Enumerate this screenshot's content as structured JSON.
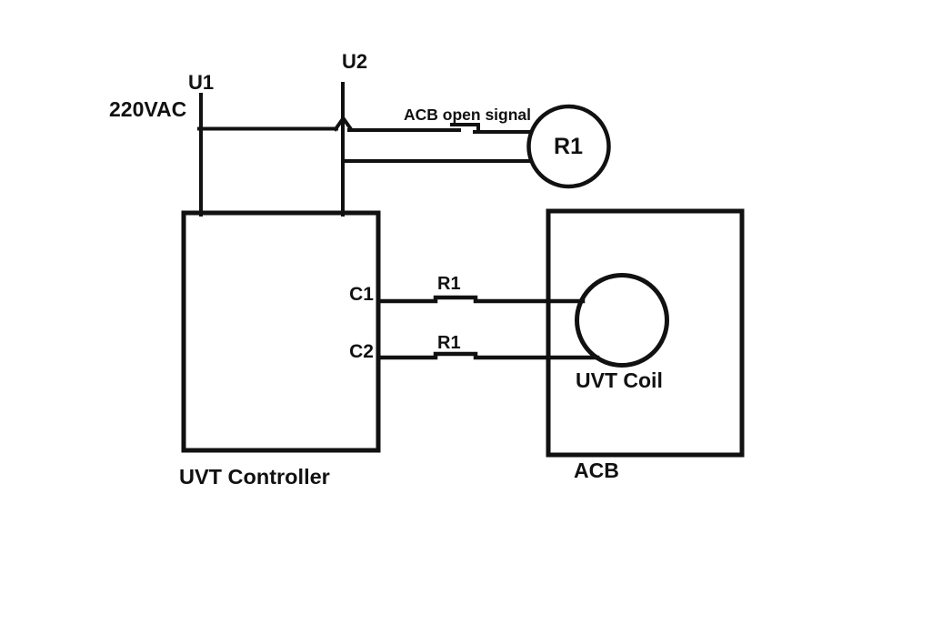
{
  "diagram": {
    "type": "electrical-wiring-diagram",
    "labels": {
      "supply": "220VAC",
      "terminal_u1": "U1",
      "terminal_u2": "U2",
      "acb_open_signal": "ACB open signal",
      "relay_coil": "R1",
      "terminal_c1": "C1",
      "terminal_c2": "C2",
      "contact_c1": "R1",
      "contact_c2": "R1",
      "controller_box": "UVT Controller",
      "acb_box": "ACB",
      "uvt_coil": "UVT Coil"
    },
    "colors": {
      "line": "#111111",
      "background": "#ffffff"
    }
  }
}
